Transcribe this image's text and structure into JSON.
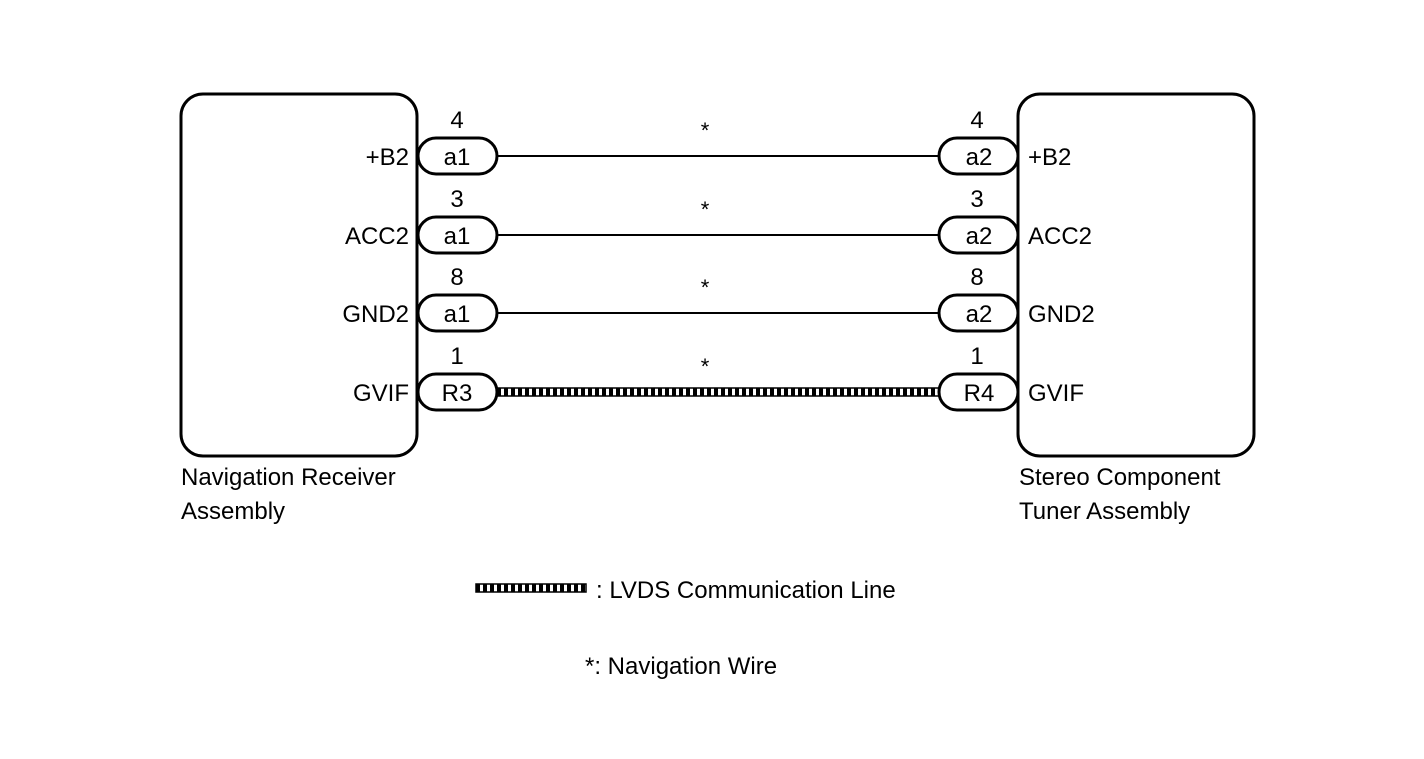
{
  "left_component": {
    "name_line1": "Navigation Receiver",
    "name_line2": "Assembly"
  },
  "right_component": {
    "name_line1": "Stereo Component",
    "name_line2": "Tuner Assembly"
  },
  "wires": [
    {
      "left_label": "+B2",
      "left_connector": "a1",
      "left_pin": "4",
      "right_label": "+B2",
      "right_connector": "a2",
      "right_pin": "4",
      "mark": "*",
      "type": "normal"
    },
    {
      "left_label": "ACC2",
      "left_connector": "a1",
      "left_pin": "3",
      "right_label": "ACC2",
      "right_connector": "a2",
      "right_pin": "3",
      "mark": "*",
      "type": "normal"
    },
    {
      "left_label": "GND2",
      "left_connector": "a1",
      "left_pin": "8",
      "right_label": "GND2",
      "right_connector": "a2",
      "right_pin": "8",
      "mark": "*",
      "type": "normal"
    },
    {
      "left_label": "GVIF",
      "left_connector": "R3",
      "left_pin": "1",
      "right_label": "GVIF",
      "right_connector": "R4",
      "right_pin": "1",
      "mark": "*",
      "type": "lvds"
    }
  ],
  "legend": {
    "lvds_text": ": LVDS Communication Line",
    "wire_text": "*: Navigation Wire"
  }
}
